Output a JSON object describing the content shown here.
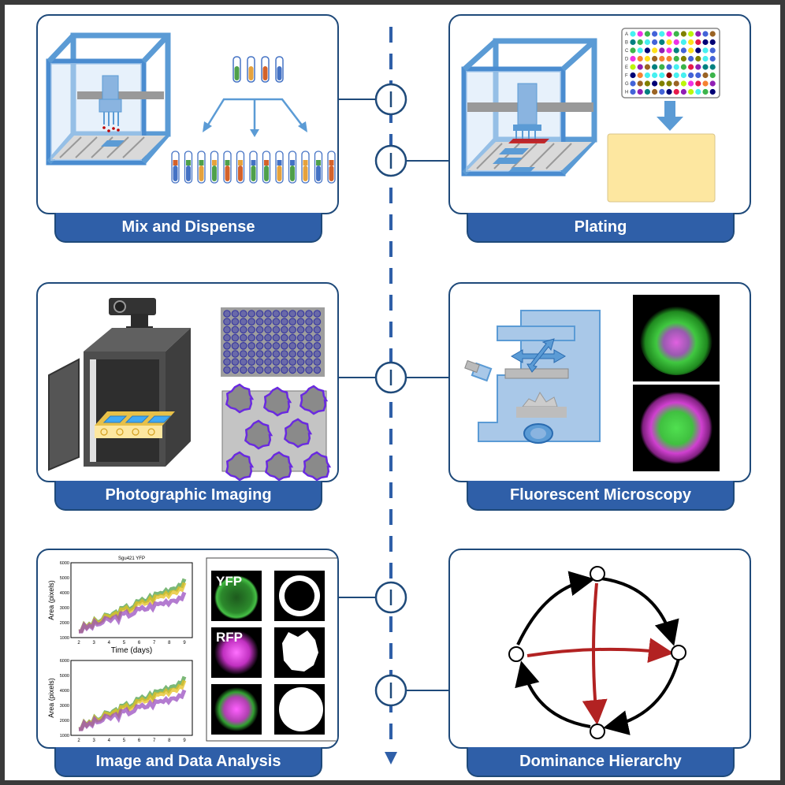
{
  "panels": {
    "mix": {
      "label": "Mix and Dispense"
    },
    "plating": {
      "label": "Plating",
      "well_rows": [
        "A",
        "B",
        "C",
        "D",
        "E",
        "F",
        "G",
        "H"
      ]
    },
    "photo": {
      "label": "Photographic Imaging"
    },
    "fluor": {
      "label": "Fluorescent Microscopy"
    },
    "analysis": {
      "label": "Image and Data Analysis",
      "chart_title": "Sgu421 YFP",
      "ylabel": "Area (pixels)",
      "xlabel": "Time (days)",
      "yticks": [
        "6000",
        "5000",
        "4000",
        "3000",
        "2000",
        "1000"
      ],
      "xticks": [
        "2",
        "3",
        "4",
        "5",
        "6",
        "7",
        "8",
        "9"
      ],
      "img_labels": [
        "YFP",
        "RFP"
      ]
    },
    "dominance": {
      "label": "Dominance Hierarchy"
    }
  },
  "colors": {
    "frame_blue": "#1f4a7a",
    "label_blue": "#2f5fa8",
    "machine_blue": "#5b9bd5",
    "arrow_red": "#b22222",
    "plate_yellow": "#fde7a0"
  }
}
